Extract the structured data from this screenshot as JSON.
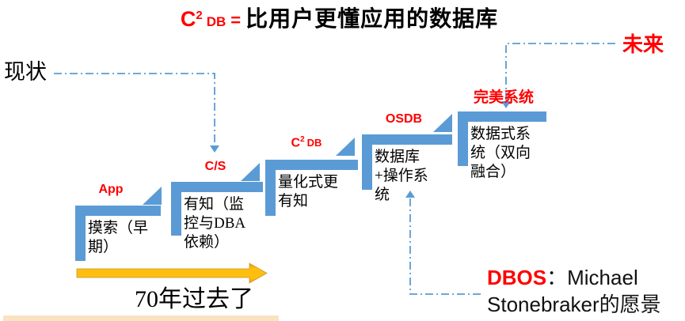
{
  "title": {
    "c": "C",
    "sup": "2",
    "db": "DB",
    "equals": "=",
    "rest": "比用户更懂应用的数据库"
  },
  "annotations": {
    "present": "现状",
    "future": "未来",
    "timeline_label": "70年过去了",
    "dbos_name": "DBOS",
    "dbos_line1_rest": "：Michael",
    "dbos_line2": "Stonebraker的愿景"
  },
  "steps": [
    {
      "label": "App",
      "text": "摸索（早期）"
    },
    {
      "label": "C/S",
      "text": "有知（监控与DBA依赖）"
    },
    {
      "label_c": "C",
      "label_sup": "2",
      "label_db": "DB",
      "text": "量化式更有知"
    },
    {
      "label": "OSDB",
      "text": "数据库+操作系统"
    },
    {
      "label": "完美系统",
      "text": "数据式系统（双向融合）"
    }
  ],
  "icons": {
    "ramp_triangle": "right-triangle-ramp",
    "dash_dot_arrow": "blue-dash-dot-arrow",
    "timeline_arrow": "gold-right-arrow"
  },
  "colors": {
    "step_blue": "#5B9BD5",
    "accent_red": "#FF0000",
    "arrow_gold": "#FDBE0F",
    "connector_blue": "#5B9BD5",
    "bottom_strip": "#FAE3C1"
  }
}
